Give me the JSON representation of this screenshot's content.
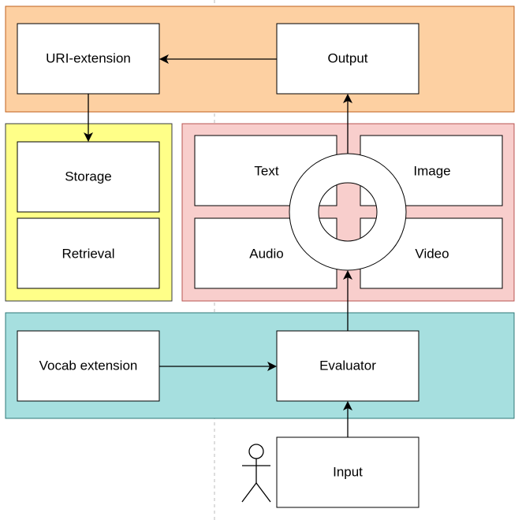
{
  "colors": {
    "top_panel_fill": "#fdd0a2",
    "top_panel_stroke": "#c0611c",
    "left_panel_fill": "#ffff88",
    "left_panel_stroke": "#36393d",
    "media_panel_fill": "#f8cecc",
    "media_panel_stroke": "#b85450",
    "bottom_panel_fill": "#a6dfdf",
    "bottom_panel_stroke": "#2e7777",
    "box_fill": "#ffffff",
    "box_stroke": "#000000",
    "divider": "#bbbbbb"
  },
  "nodes": {
    "uri_extension": "URI-extension",
    "output": "Output",
    "storage": "Storage",
    "retrieval": "Retrieval",
    "text": "Text",
    "image": "Image",
    "audio": "Audio",
    "video": "Video",
    "vocab_extension": "Vocab extension",
    "evaluator": "Evaluator",
    "input": "Input"
  },
  "icons": {
    "user": "stick-figure-icon",
    "hub": "ring-icon"
  },
  "edges": [
    {
      "from": "Output",
      "to": "URI-extension"
    },
    {
      "from": "URI-extension",
      "to": "Storage"
    },
    {
      "from": "Vocab extension",
      "to": "Evaluator"
    },
    {
      "from": "Input",
      "to": "Evaluator"
    },
    {
      "from": "Evaluator",
      "to": "media hub"
    },
    {
      "from": "media hub",
      "to": "Output"
    }
  ]
}
